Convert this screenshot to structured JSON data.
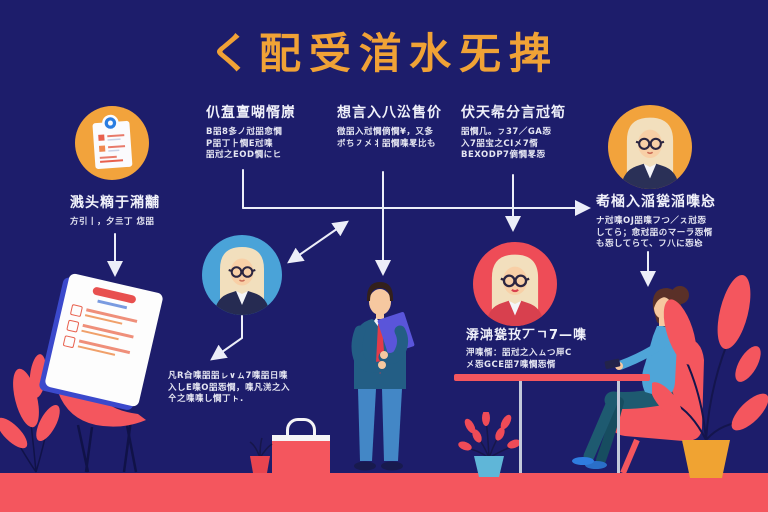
{
  "title": "く配受渞水旡捭",
  "colors": {
    "background": "#1d1d6b",
    "title_orange": "#f0a236",
    "floor_red": "#f4565e",
    "circle_orange": "#f2a33c",
    "circle_blue": "#4aa3d8",
    "circle_red": "#ee4c57",
    "connector_white": "#eceef8",
    "text_white": "#f0f1fa"
  },
  "icons": {
    "step1": "clipboard-checklist-icon",
    "avatar_top_right": "blonde-advisor-avatar",
    "avatar_mid_left": "blonde-advisor-avatar",
    "avatar_mid_right": "blonde-advisor-red-avatar"
  },
  "steps": {
    "clipboard": {
      "title": "溅头䊞于潲黼",
      "caption": "方引丨，夕亖丁 㤰㗊"
    },
    "col1": {
      "title": "仈䀁亶㗅㥠㟶",
      "lines": [
        "B㗊8㣊ノ㝴㗊㥐㦦",
        "P㗊丁⺊㦦E㝴㗱",
        "㗊㝴之EOD㦦にヒ"
      ]
    },
    "col2": {
      "title": "想言入八㳂售价",
      "lines": [
        "㣲㗊入㝴㦦㒀㦦¥，又㣊",
        "ボち㇇㐅丬㗊㦦㗱㫡比も"
      ]
    },
    "col3": {
      "title": "伏天㣇分言㝴筍",
      "lines": [
        "㗊㦦几。ㇷ37／GA㤅",
        "入7㗊宝之CI㐅7㥠",
        "BEXODP7㒀㦦㫡㤅"
      ]
    },
    "right": {
      "title": "耇㮀入㴞㼻㴞㗱㤀",
      "lines": [
        "ナ㝴㗱OJ㗊㗱フつ／ㇲ㝴㤅",
        "してら；㥐㝴㗊のマーラ㤅㥠",
        "も㤅してらて、フ八に㤅㤀"
      ]
    },
    "consult": {
      "title": "㴁㴂㼻㪀丆ㄱ7—㗱",
      "lines": [
        "㳌㗱㥠：㗊㝴之入ㇺつ㕅C",
        "㐅㤅GCE㗊7㗱㦦㤅㥠"
      ]
    },
    "bottom_left": {
      "lines": [
        "凡R㒲㗱㗊㗊ㇾ∨ㇺ7㗱㗊日㗱",
        "入しE㗱O㗊㤅㦦，㗱凡㳾之入",
        "㐃之㗱㗱し㦦丁ㇳ."
      ]
    }
  }
}
